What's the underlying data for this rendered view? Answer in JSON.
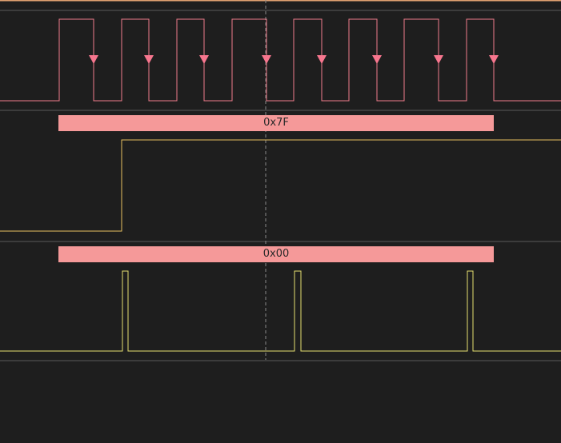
{
  "colors": {
    "background": "#1e1e1e",
    "top_border": "#e0a070",
    "separator": "#5a5a5a",
    "cursor_line": "#8a8a8a",
    "clock_trace": "#f07c8c",
    "clock_marker": "#f7768e",
    "data_trace": "#e8c060",
    "enable_trace": "#e6e070",
    "decode_fill": "#f59999",
    "decode_text": "#2a2a2a"
  },
  "channels": [
    {
      "id": "clock",
      "trace_color": "#f07c8c",
      "marker_icon": "down-triangle-icon",
      "edges": [
        "rise",
        "fall",
        "rise",
        "fall",
        "rise",
        "fall",
        "rise",
        "fall",
        "rise",
        "fall",
        "rise",
        "fall",
        "rise",
        "fall",
        "rise",
        "fall"
      ]
    },
    {
      "id": "data",
      "trace_color": "#e8c060",
      "decode_value": "0x7F"
    },
    {
      "id": "enable",
      "trace_color": "#e6e070",
      "decode_value": "0x00"
    }
  ]
}
